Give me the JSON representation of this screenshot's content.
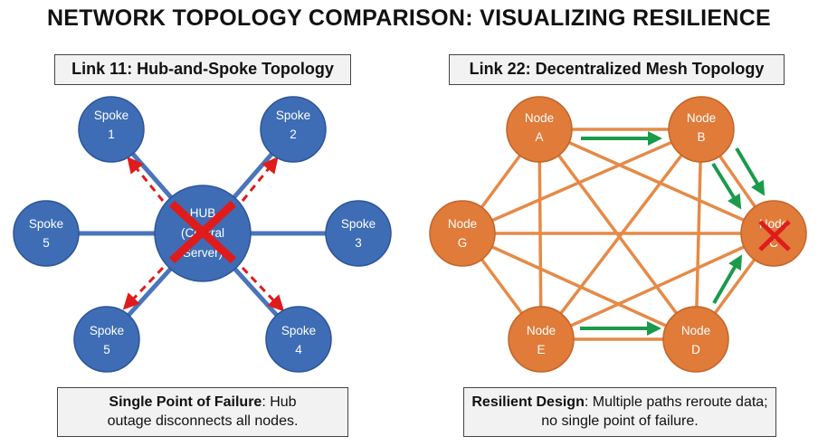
{
  "title": "NETWORK TOPOLOGY COMPARISON: VISUALIZING RESILIENCE",
  "left": {
    "title": "Link 11: Hub-and-Spoke Topology",
    "hub": {
      "line1": "HUB",
      "line2": "(Central",
      "line3": "Server)",
      "status": "failed"
    },
    "spokes": [
      {
        "line1": "Spoke",
        "line2": "1"
      },
      {
        "line1": "Spoke",
        "line2": "2"
      },
      {
        "line1": "Spoke",
        "line2": "3"
      },
      {
        "line1": "Spoke",
        "line2": "4"
      },
      {
        "line1": "Spoke",
        "line2": "5"
      },
      {
        "line1": "Spoke",
        "line2": "5"
      }
    ],
    "caption_bold": "Single Point of Failure",
    "caption_rest": ": Hub outage disconnects all nodes.",
    "node_color": "#3e6db5",
    "failure_color": "#e01b1b"
  },
  "right": {
    "title": "Link 22: Decentralized Mesh Topology",
    "nodes": [
      {
        "id": "A",
        "line1": "Node",
        "line2": "A"
      },
      {
        "id": "B",
        "line1": "Node",
        "line2": "B"
      },
      {
        "id": "C",
        "line1": "Node",
        "line2": "C",
        "status": "failed"
      },
      {
        "id": "D",
        "line1": "Node",
        "line2": "D"
      },
      {
        "id": "E",
        "line1": "Node",
        "line2": "E"
      },
      {
        "id": "G",
        "line1": "Node",
        "line2": "G"
      }
    ],
    "reroute_paths": [
      [
        "A",
        "B"
      ],
      [
        "E",
        "D"
      ],
      [
        "B",
        "C"
      ],
      [
        "B",
        "C"
      ],
      [
        "D",
        "C"
      ]
    ],
    "caption_bold": "Resilient Design",
    "caption_rest": ": Multiple paths reroute data; no single point of failure.",
    "node_color": "#e07b39",
    "reroute_color": "#1a9a4a"
  }
}
